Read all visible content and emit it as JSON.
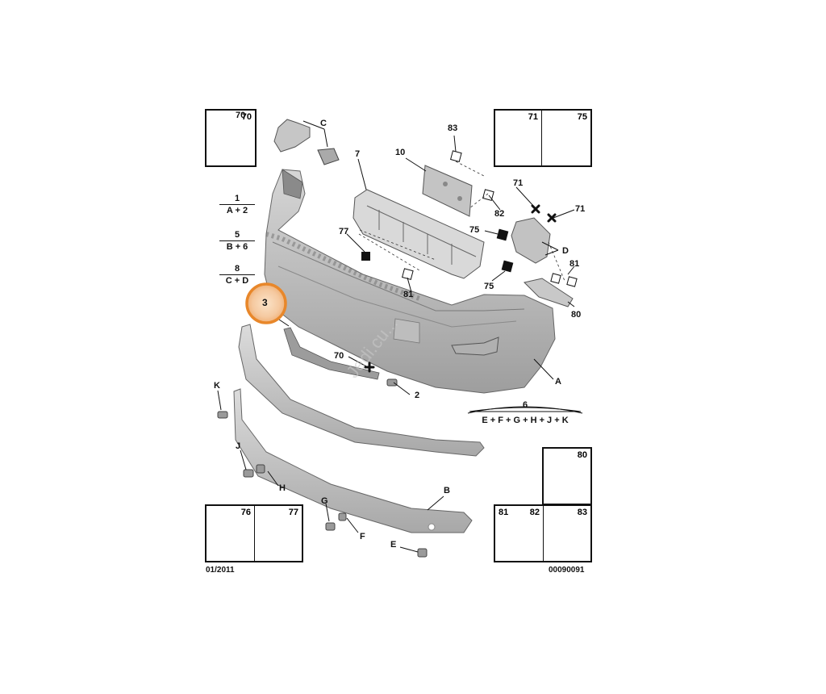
{
  "callouts": {
    "c70_top": "70",
    "c71_top": "71",
    "c75_top": "75",
    "cC": "C",
    "c7": "7",
    "c10": "10",
    "c83": "83",
    "c82": "82",
    "c71_a": "71",
    "c71_b": "71",
    "c75_a": "75",
    "c75_b": "75",
    "cD": "D",
    "c81_a": "81",
    "c80": "80",
    "c77": "77",
    "c81_b": "81",
    "c3": "3",
    "c70_mid": "70",
    "c2": "2",
    "cA": "A",
    "cK": "K",
    "cJ": "J",
    "cH": "H",
    "cG": "G",
    "cF": "F",
    "cE": "E",
    "cB": "B"
  },
  "fractions": {
    "f1": {
      "top": "1",
      "bottom": "A + 2"
    },
    "f5": {
      "top": "5",
      "bottom": "B + 6"
    },
    "f8": {
      "top": "8",
      "bottom": "C + D"
    },
    "f6": {
      "top": "6",
      "bottom": "E + F + G + H + J + K"
    }
  },
  "boxes": {
    "box70": "70",
    "box71": "71",
    "box75": "75",
    "box80": "80",
    "box76": "76",
    "box77": "77",
    "box81": "81",
    "box82": "82",
    "box83": "83"
  },
  "footer": {
    "date": "01/2011",
    "ref": "00090091"
  },
  "highlight_color": "#e8872a",
  "watermark": "Jedi.cu..."
}
